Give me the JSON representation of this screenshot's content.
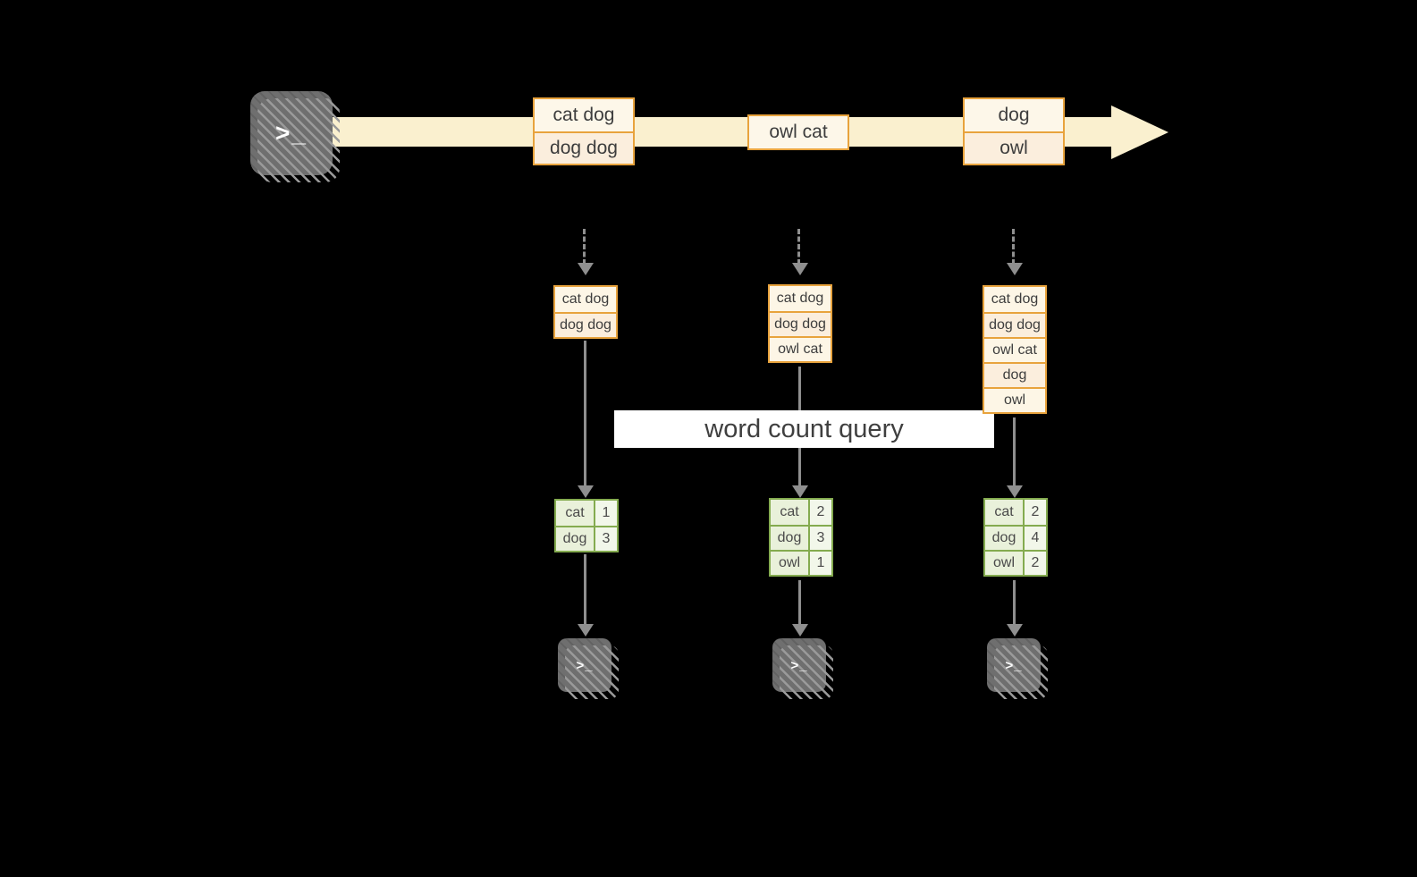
{
  "colors": {
    "background": "#000000",
    "timeline_fill": "#faf0cf",
    "orange_border": "#e8a33d",
    "orange_fill_light": "#fdf7e9",
    "orange_fill_dark": "#fbeedd",
    "green_border": "#84ab4f",
    "green_fill": "#e9f1da",
    "green_fill_light": "#f2f7ea",
    "arrow_gray": "#8f8f8f",
    "terminal_gray": "#6f6f6f",
    "band_background": "#ffffff"
  },
  "icons": {
    "terminal_prompt": ">_"
  },
  "timeline_inputs": [
    {
      "cells": [
        "cat dog",
        "dog dog"
      ]
    },
    {
      "cells": [
        "owl cat"
      ]
    },
    {
      "cells": [
        "dog",
        "owl"
      ]
    }
  ],
  "query_band": {
    "label": "word count query"
  },
  "columns": [
    {
      "input_table": [
        "cat dog",
        "dog dog"
      ],
      "count_table": [
        {
          "word": "cat",
          "count": "1"
        },
        {
          "word": "dog",
          "count": "3"
        }
      ]
    },
    {
      "input_table": [
        "cat dog",
        "dog dog",
        "owl cat"
      ],
      "count_table": [
        {
          "word": "cat",
          "count": "2"
        },
        {
          "word": "dog",
          "count": "3"
        },
        {
          "word": "owl",
          "count": "1"
        }
      ]
    },
    {
      "input_table": [
        "cat dog",
        "dog dog",
        "owl cat",
        "dog",
        "owl"
      ],
      "count_table": [
        {
          "word": "cat",
          "count": "2"
        },
        {
          "word": "dog",
          "count": "4"
        },
        {
          "word": "owl",
          "count": "2"
        }
      ]
    }
  ]
}
